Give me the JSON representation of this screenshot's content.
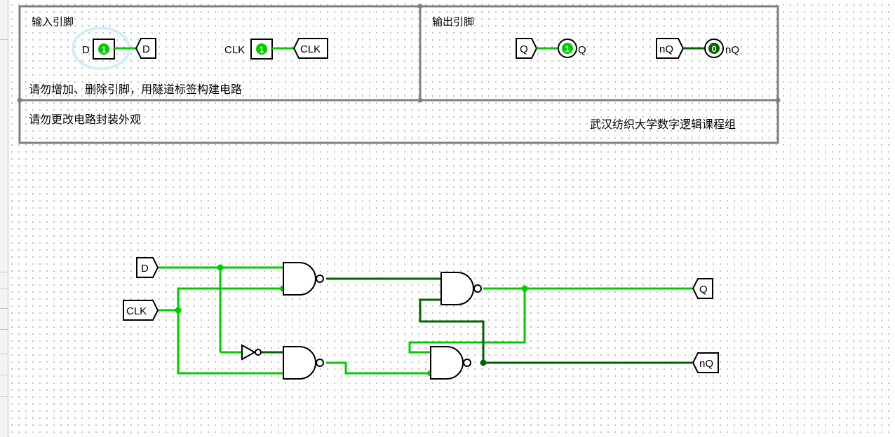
{
  "header": {
    "input_section_label": "输入引脚",
    "output_section_label": "输出引脚",
    "warning_pins": "请勿增加、删除引脚，用隧道标签构建电路",
    "warning_appearance": "请勿更改电路封装外观",
    "credit": "武汉纺织大学数字逻辑课程组"
  },
  "input_pins": [
    {
      "name": "D",
      "value": "1",
      "tunnel": "D"
    },
    {
      "name": "CLK",
      "value": "1",
      "tunnel": "CLK"
    }
  ],
  "output_pins": [
    {
      "tunnel": "Q",
      "value": "1",
      "name": "Q"
    },
    {
      "tunnel": "nQ",
      "value": "0",
      "name": "nQ"
    }
  ],
  "circuit": {
    "in_tunnel_d": "D",
    "in_tunnel_clk": "CLK",
    "out_tunnel_q": "Q",
    "out_tunnel_nq": "nQ"
  },
  "colors": {
    "wire_high": "#00cc00",
    "wire_low": "#006400",
    "frame": "#808080",
    "selection_halo": "#cdeff7"
  }
}
